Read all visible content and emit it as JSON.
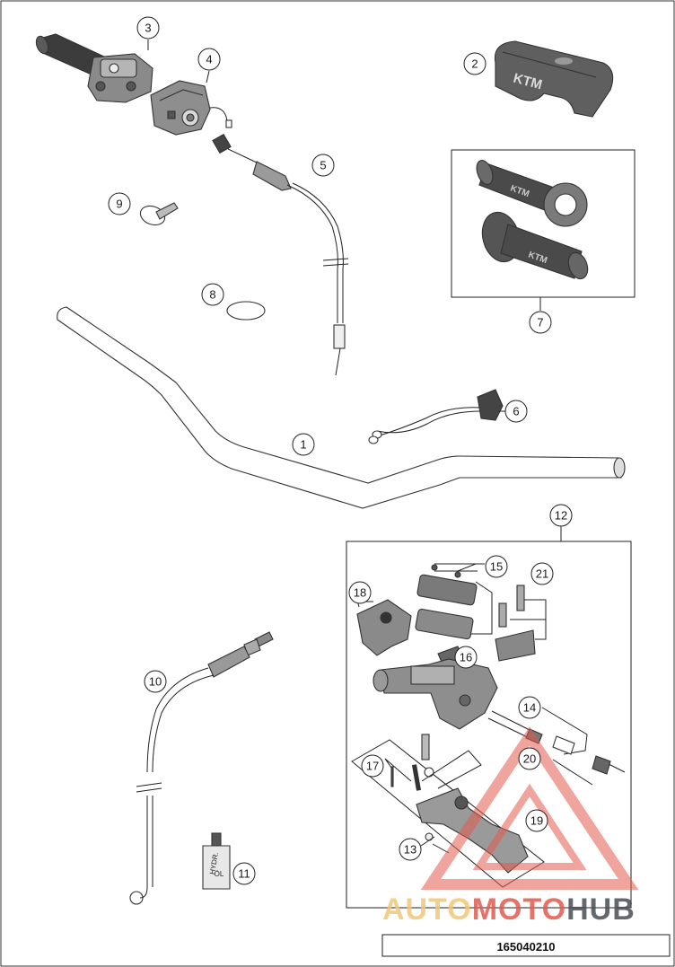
{
  "diagram": {
    "callouts": [
      {
        "id": "c1",
        "label": "1"
      },
      {
        "id": "c2",
        "label": "2"
      },
      {
        "id": "c3",
        "label": "3"
      },
      {
        "id": "c4",
        "label": "4"
      },
      {
        "id": "c5",
        "label": "5"
      },
      {
        "id": "c6",
        "label": "6"
      },
      {
        "id": "c7",
        "label": "7"
      },
      {
        "id": "c8",
        "label": "8"
      },
      {
        "id": "c9",
        "label": "9"
      },
      {
        "id": "c10",
        "label": "10"
      },
      {
        "id": "c11",
        "label": "11"
      },
      {
        "id": "c12",
        "label": "12"
      },
      {
        "id": "c13",
        "label": "13"
      },
      {
        "id": "c14",
        "label": "14"
      },
      {
        "id": "c15",
        "label": "15"
      },
      {
        "id": "c16",
        "label": "16"
      },
      {
        "id": "c17",
        "label": "17"
      },
      {
        "id": "c18",
        "label": "18"
      },
      {
        "id": "c19",
        "label": "19"
      },
      {
        "id": "c20",
        "label": "20"
      },
      {
        "id": "c21",
        "label": "21"
      }
    ],
    "diagram_number": "165040210",
    "fluid_bottle_label_line1": "HYDR.",
    "fluid_bottle_label_line2": "ÖL",
    "brand_mark": "KTM"
  },
  "watermark": {
    "word_part1": "AUTO",
    "word_part2": "MOTO",
    "word_part3": "HUB",
    "colors": {
      "light": "#f2c77a",
      "mid": "#e25a4e",
      "dark": "#4a4f55"
    }
  }
}
